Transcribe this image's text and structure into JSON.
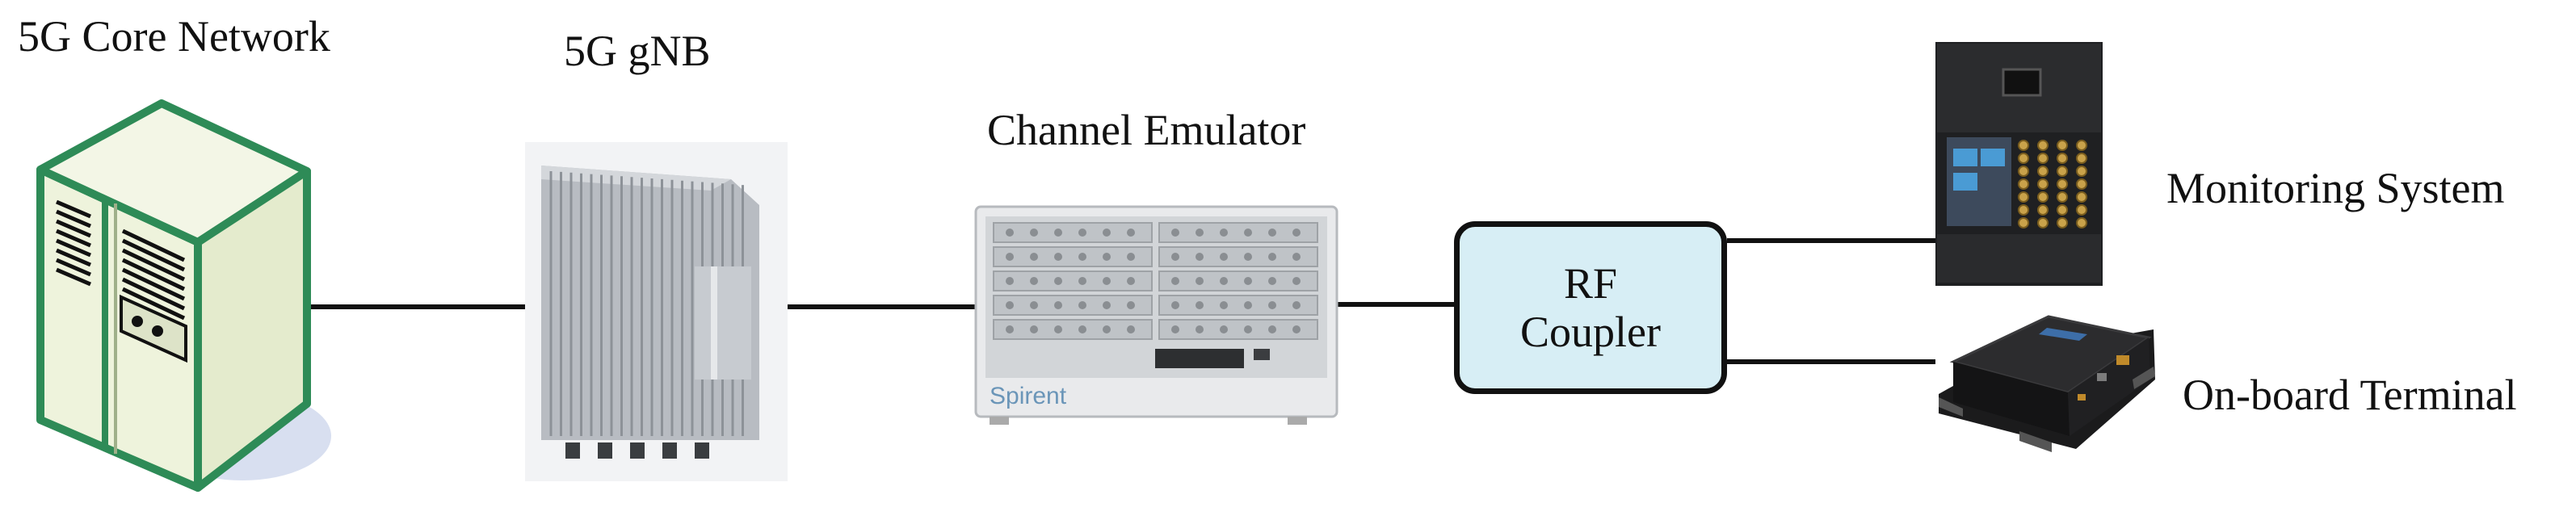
{
  "labels": {
    "core": "5G Core Network",
    "gnb": "5G gNB",
    "channel_emulator": "Channel Emulator",
    "monitoring": "Monitoring System",
    "onboard": "On-board Terminal"
  },
  "rf_coupler": {
    "line1": "RF",
    "line2": "Coupler"
  },
  "device_brand": "Spirent",
  "colors": {
    "server_outline": "#2e8b57",
    "server_body": "#eef3dc",
    "server_shadow": "#d8dff0",
    "rf_fill": "#d7eef5",
    "connector": "#111111"
  }
}
